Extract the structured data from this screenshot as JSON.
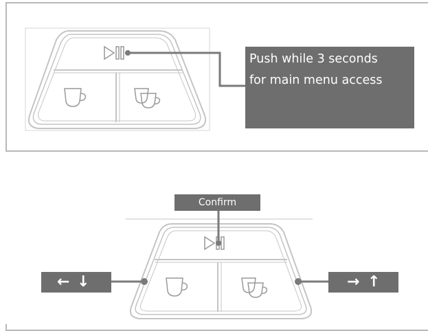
{
  "top_panel": {
    "callout_line1": "Push while 3 seconds",
    "callout_line2": "for main menu access"
  },
  "bottom_panel": {
    "confirm_label": "Confirm",
    "left_arrows": [
      "←",
      "↓"
    ],
    "right_arrows": [
      "→",
      "↑"
    ]
  },
  "icons": {
    "play_pause": "play-pause-icon",
    "single_cup": "single-cup-icon",
    "double_cup": "double-cup-icon"
  },
  "colors": {
    "label_background": "#6e6e6e",
    "outline": "#b8b8b8"
  }
}
